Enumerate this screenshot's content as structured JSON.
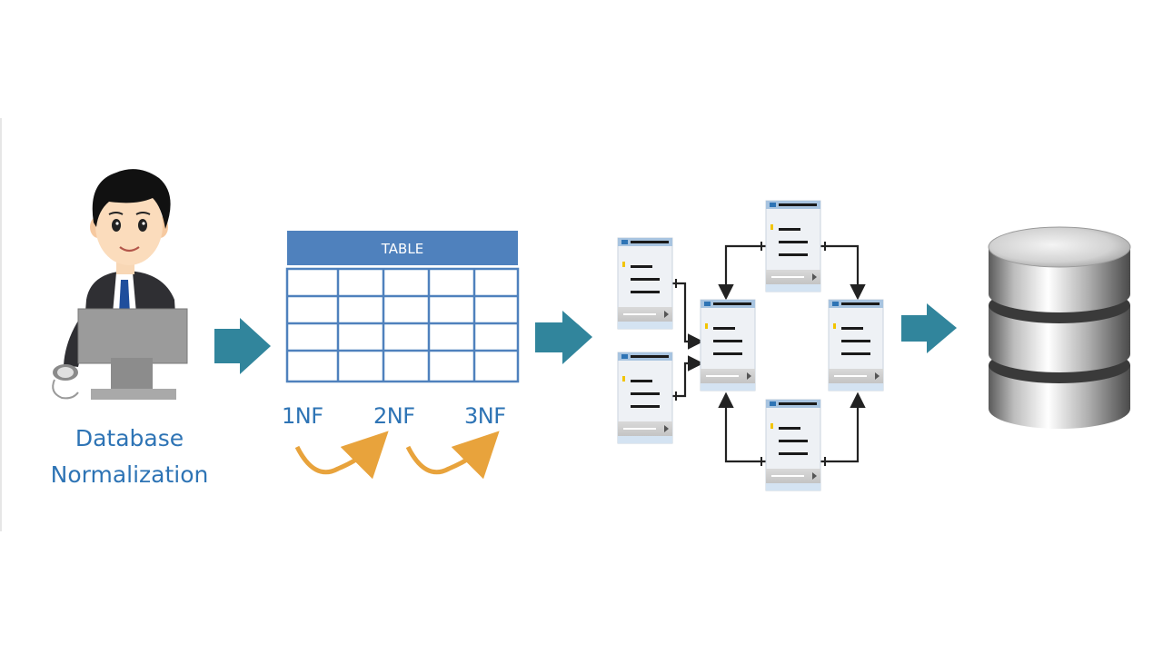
{
  "caption": {
    "line1": "Database",
    "line2": "Normalization"
  },
  "table": {
    "header": "TABLE",
    "rows": 4,
    "cols": 5
  },
  "normal_forms": [
    "1NF",
    "2NF",
    "3NF"
  ],
  "colors": {
    "accent_blue": "#2e74b5",
    "table_header": "#4f81bd",
    "arrow_teal": "#31859c",
    "curve_orange": "#e8a33c"
  },
  "icons": [
    "person-at-computer-icon",
    "database-cylinder-icon",
    "entity-table-icon"
  ]
}
